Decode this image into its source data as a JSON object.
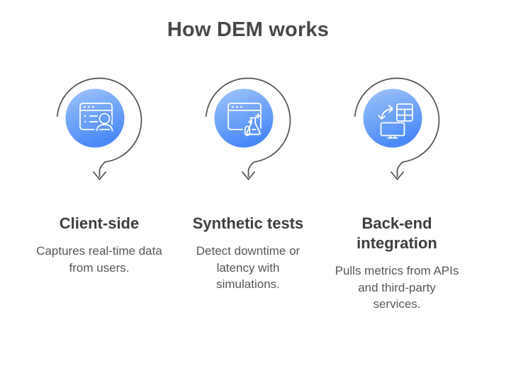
{
  "title": "How DEM works",
  "colors": {
    "background": "#FFFFFF",
    "gradient_top": "#9FC4FA",
    "gradient_bottom": "#4A8AF7",
    "loop_stroke": "#4F4F4F",
    "icon_stroke": "#FFFFFF",
    "title_text": "#474747",
    "heading_text": "#3D3D3D",
    "body_text": "#565656"
  },
  "steps": [
    {
      "icon": "browser-user-icon",
      "heading": "Client-side",
      "description": "Captures real-time data from users."
    },
    {
      "icon": "browser-flask-icon",
      "heading": "Synthetic tests",
      "description": "Detect downtime or latency with simulations."
    },
    {
      "icon": "sync-monitor-icon",
      "heading": "Back-end integration",
      "description": "Pulls metrics from APIs and third-party services."
    }
  ]
}
